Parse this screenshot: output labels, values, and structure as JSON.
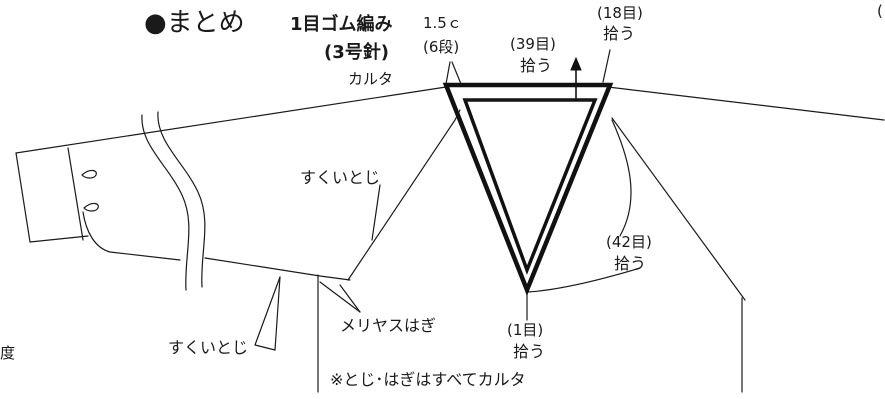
{
  "title": "●まとめ",
  "rib": {
    "stitch": "1目ゴム編み",
    "needle": "(3号針)",
    "width": "1.5ｃ",
    "rows": "(6段)",
    "method": "カルタ"
  },
  "pickups": {
    "back_count": "(39目)",
    "back_label": "拾う",
    "top_count": "(18目)",
    "top_label": "拾う",
    "side_count": "(42目)",
    "side_label": "拾う",
    "center_count": "(1目)",
    "center_label": "拾う"
  },
  "seams": {
    "raglan": "すくいとじ",
    "side": "すくいとじ",
    "shoulder": "メリヤスはぎ"
  },
  "note": "※とじ･はぎはすべてカルタ",
  "edge_right": "(",
  "edge_left": "度"
}
